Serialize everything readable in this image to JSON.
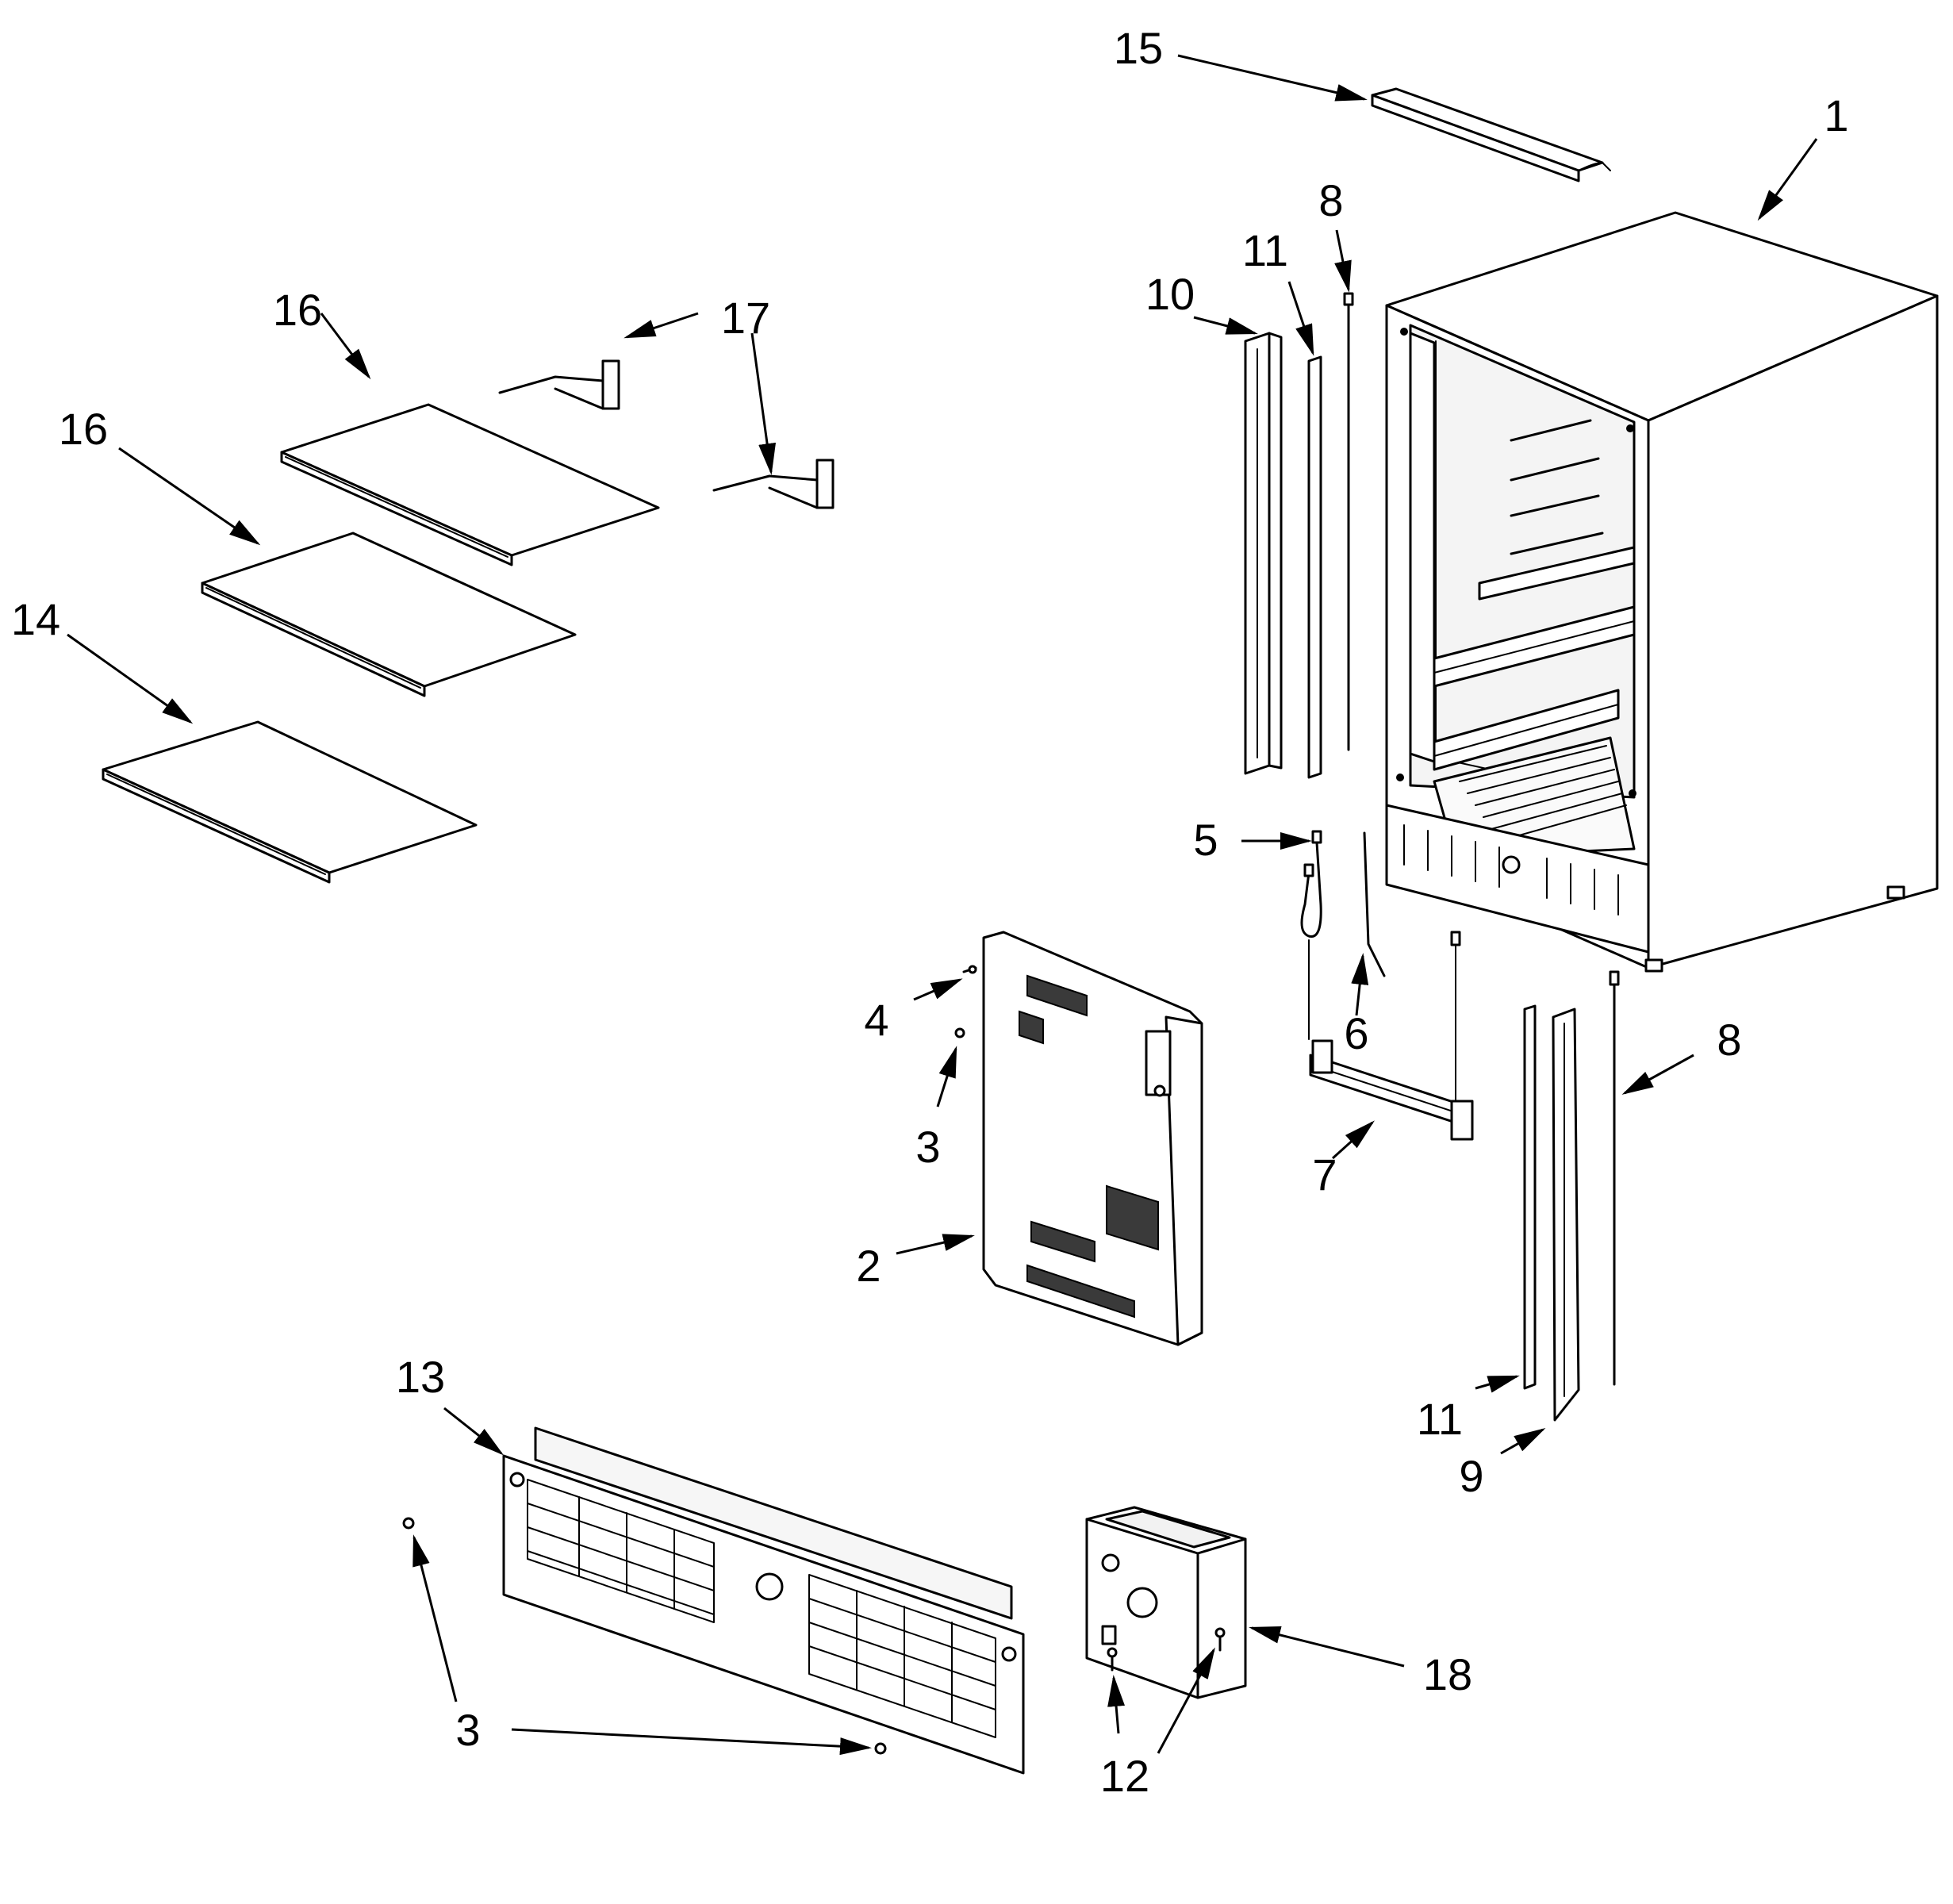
{
  "callouts": [
    {
      "id": "c15",
      "text": "15"
    },
    {
      "id": "c1",
      "text": "1"
    },
    {
      "id": "c8a",
      "text": "8"
    },
    {
      "id": "c11a",
      "text": "11"
    },
    {
      "id": "c10",
      "text": "10"
    },
    {
      "id": "c16a",
      "text": "16"
    },
    {
      "id": "c17",
      "text": "17"
    },
    {
      "id": "c16b",
      "text": "16"
    },
    {
      "id": "c14",
      "text": "14"
    },
    {
      "id": "c5",
      "text": "5"
    },
    {
      "id": "c6",
      "text": "6"
    },
    {
      "id": "c4",
      "text": "4"
    },
    {
      "id": "c3a",
      "text": "3"
    },
    {
      "id": "c8b",
      "text": "8"
    },
    {
      "id": "c7",
      "text": "7"
    },
    {
      "id": "c2",
      "text": "2"
    },
    {
      "id": "c11b",
      "text": "11"
    },
    {
      "id": "c9",
      "text": "9"
    },
    {
      "id": "c13",
      "text": "13"
    },
    {
      "id": "c18",
      "text": "18"
    },
    {
      "id": "c3b",
      "text": "3"
    },
    {
      "id": "c12",
      "text": "12"
    }
  ]
}
